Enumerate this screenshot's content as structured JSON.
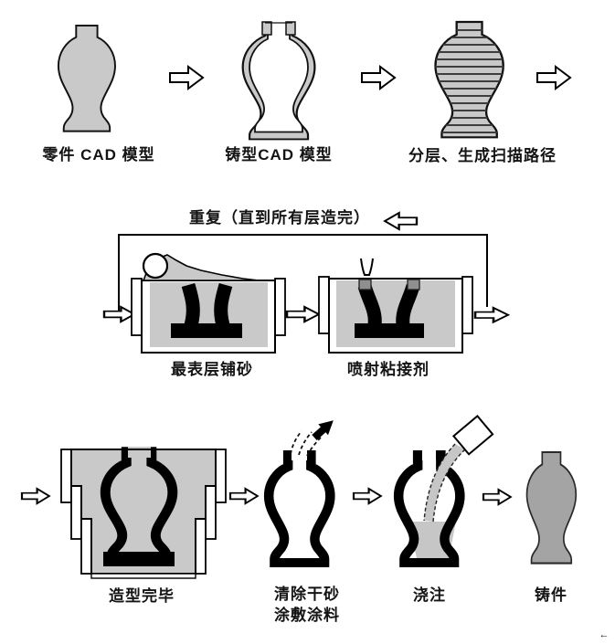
{
  "colors": {
    "sand": "#c9c9c9",
    "casting": "#a4a4a4",
    "binder_spot": "#8f8f8f",
    "pool": "#c6c6c6",
    "outline": "#000000",
    "background": "#ffffff"
  },
  "row1": {
    "step1_label": "零件 CAD 模型",
    "step2_label": "铸型CAD 模型",
    "step3_label": "分层、生成扫描路径"
  },
  "row2": {
    "loop_label": "重复（直到所有层造完）",
    "step1_label": "最表层铺砂",
    "step2_label": "喷射粘接剂"
  },
  "row3": {
    "step1_label": "造型完毕",
    "step2_label_line1": "清除干砂",
    "step2_label_line2": "涂敷涂料",
    "step3_label": "浇注",
    "step4_label": "铸件"
  },
  "misc": {
    "corner_mark": "←"
  }
}
